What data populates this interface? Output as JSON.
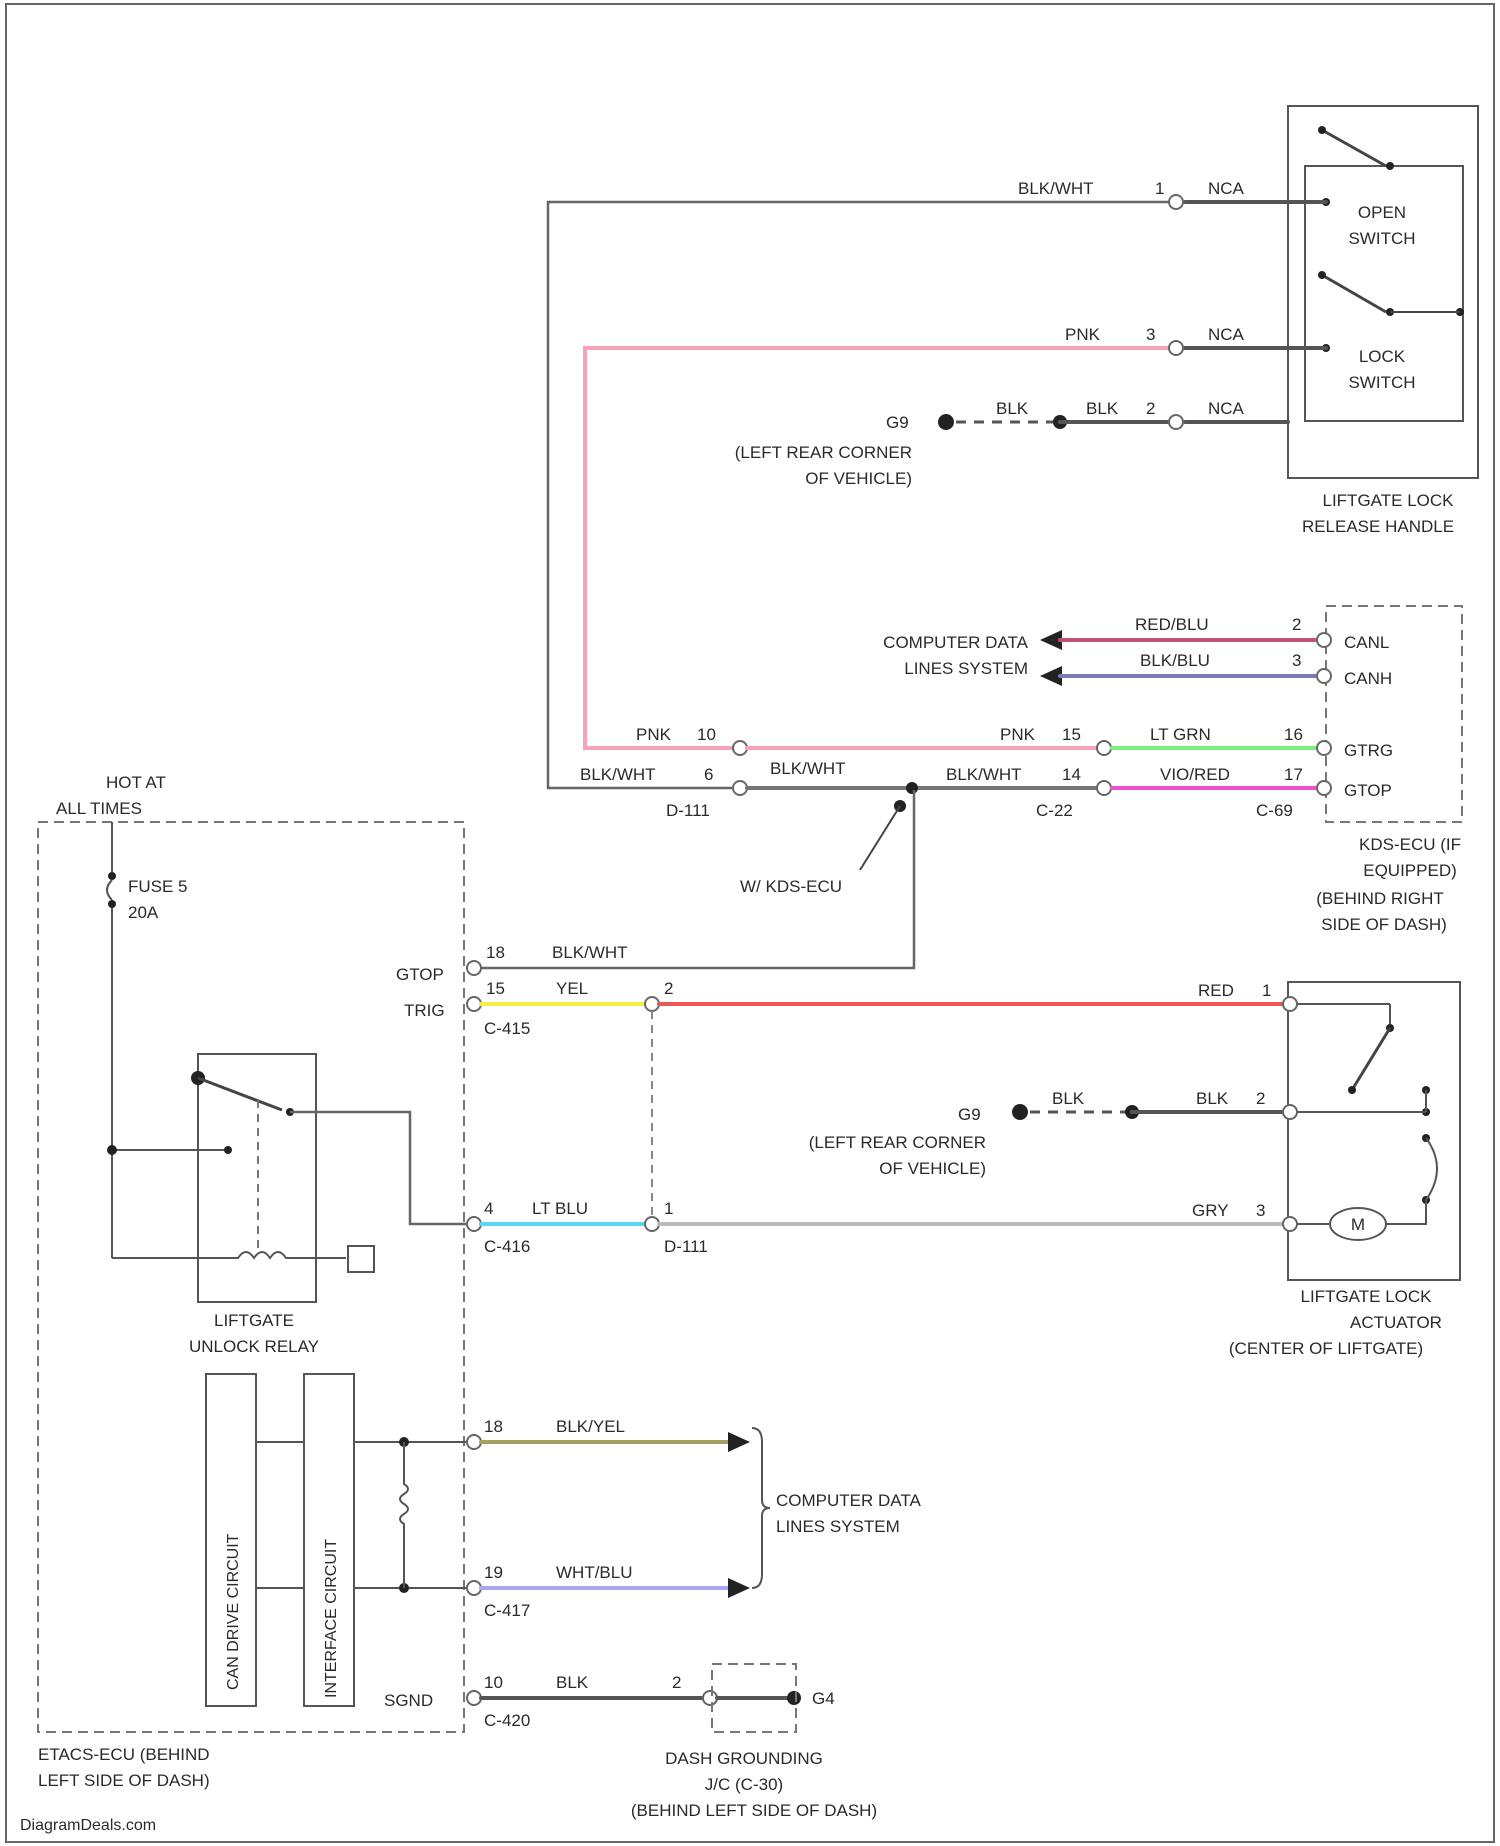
{
  "colors": {
    "frame": "#555555",
    "wire_default": "#6a6a6a",
    "pnk": "#f4a3b8",
    "blk_wht": "#777777",
    "red_blu": "#c0507a",
    "blk_blu": "#7a7ab8",
    "lt_grn": "#7cf07c",
    "vio_red": "#f050c8",
    "yel": "#f2f040",
    "red": "#f05555",
    "lt_blu": "#55d8f0",
    "gry": "#bbbbbb",
    "blk_yel": "#a5a060",
    "wht_blu": "#a8a8f0",
    "blk": "#555555"
  },
  "liftgate_handle": {
    "title_line1": "LIFTGATE LOCK",
    "title_line2": "RELEASE HANDLE",
    "open_switch_line1": "OPEN",
    "open_switch_line2": "SWITCH",
    "lock_switch_line1": "LOCK",
    "lock_switch_line2": "SWITCH",
    "wire1_color": "BLK/WHT",
    "wire1_pin": "1",
    "wire1_nca": "NCA",
    "wire3_color": "PNK",
    "wire3_pin": "3",
    "wire3_nca": "NCA",
    "wire2_color_a": "BLK",
    "wire2_color_b": "BLK",
    "wire2_pin": "2",
    "wire2_nca": "NCA",
    "ground_id": "G9",
    "ground_loc_line1": "(LEFT REAR CORNER",
    "ground_loc_line2": "OF VEHICLE)"
  },
  "kds_ecu": {
    "title_line1": "KDS-ECU (IF",
    "title_line2": "EQUIPPED)",
    "title_line3": "(BEHIND RIGHT",
    "title_line4": "SIDE OF DASH)",
    "data_label_line1": "COMPUTER DATA",
    "data_label_line2": "LINES SYSTEM",
    "canl_wire": "RED/BLU",
    "canl_pin": "2",
    "canl_label": "CANL",
    "canh_wire": "BLK/BLU",
    "canh_pin": "3",
    "canh_label": "CANH",
    "gtrg_wire": "LT GRN",
    "gtrg_pin": "16",
    "gtrg_label": "GTRG",
    "gtop_wire": "VIO/RED",
    "gtop_pin": "17",
    "gtop_label": "GTOP",
    "pnk_a": "PNK",
    "pin_10": "10",
    "pnk_b": "PNK",
    "pin_15": "15",
    "blkwht_a": "BLK/WHT",
    "pin_6": "6",
    "blkwht_b": "BLK/WHT",
    "blkwht_c": "BLK/WHT",
    "pin_14": "14",
    "conn_d111": "D-111",
    "conn_c22": "C-22",
    "conn_c69": "C-69",
    "splice_note": "W/ KDS-ECU"
  },
  "etacs": {
    "hot_line1": "HOT AT",
    "hot_line2": "ALL TIMES",
    "fuse_line1": "FUSE 5",
    "fuse_line2": "20A",
    "relay_line1": "LIFTGATE",
    "relay_line2": "UNLOCK RELAY",
    "can_drive": "CAN DRIVE CIRCUIT",
    "interface": "INTERFACE CIRCUIT",
    "title_line1": "ETACS-ECU (BEHIND",
    "title_line2": "LEFT SIDE OF DASH)",
    "gtop": "GTOP",
    "gtop_pin": "18",
    "gtop_wire": "BLK/WHT",
    "trig": "TRIG",
    "trig_pin": "15",
    "trig_wire": "YEL",
    "conn_c415": "C-415",
    "act_pin": "4",
    "act_wire": "LT BLU",
    "conn_c416": "C-416",
    "can1_pin": "18",
    "can1_wire": "BLK/YEL",
    "can2_pin": "19",
    "can2_wire": "WHT/BLU",
    "conn_c417": "C-417",
    "data_label_line1": "COMPUTER DATA",
    "data_label_line2": "LINES SYSTEM",
    "sgnd": "SGND",
    "sgnd_pin": "10",
    "sgnd_wire": "BLK",
    "conn_c420": "C-420",
    "gnd_pin": "2",
    "gnd_id": "G4",
    "dash_line1": "DASH GROUNDING",
    "dash_line2": "J/C (C-30)",
    "dash_line3": "(BEHIND LEFT SIDE OF DASH)"
  },
  "actuator": {
    "title_line1": "LIFTGATE LOCK",
    "title_line2": "ACTUATOR",
    "title_line3": "(CENTER OF LIFTGATE)",
    "red_wire": "RED",
    "red_pin": "1",
    "left_pin": "2",
    "blk_a": "BLK",
    "blk_b": "BLK",
    "blk_pin": "2",
    "ground_id": "G9",
    "ground_line1": "(LEFT REAR CORNER",
    "ground_line2": "OF VEHICLE)",
    "gry_wire": "GRY",
    "gry_pin": "3",
    "mid_pin": "1",
    "conn_d111": "D-111",
    "motor": "M"
  },
  "footer": "DiagramDeals.com"
}
